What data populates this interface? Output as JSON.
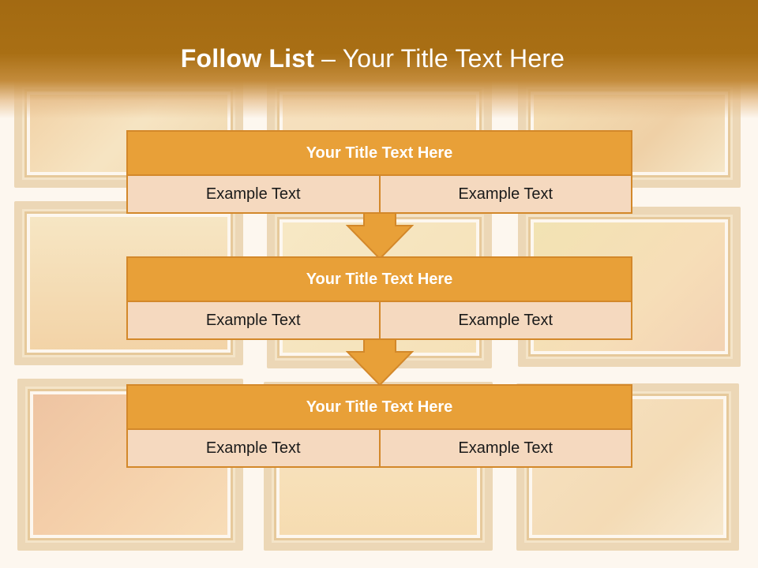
{
  "title": {
    "bold": "Follow List",
    "rest": " – Your Title Text Here"
  },
  "blocks": [
    {
      "title": "Your Title Text Here",
      "cells": [
        "Example Text",
        "Example Text"
      ]
    },
    {
      "title": "Your Title Text Here",
      "cells": [
        "Example Text",
        "Example Text"
      ]
    },
    {
      "title": "Your Title Text Here",
      "cells": [
        "Example Text",
        "Example Text"
      ]
    }
  ],
  "colors": {
    "header": "#a36a12",
    "block_title_bg": "#e8a038",
    "block_border": "#d3882a",
    "cell_bg": "#f5d9bf",
    "arrow": "#e8a038"
  }
}
